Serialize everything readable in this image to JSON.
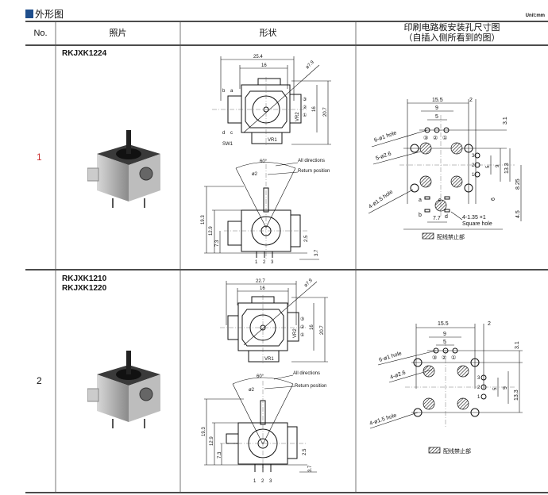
{
  "section_title": "外形图",
  "unit": "Unit:mm",
  "colors": {
    "title_marker": "#1f4e8c"
  },
  "table": {
    "headers": {
      "no": "No.",
      "photo": "照片",
      "shape": "形状",
      "pcb_line1": "印刷电路板安装孔尺寸图",
      "pcb_line2": "（自插入侧所看到的图）"
    },
    "rows": [
      {
        "no": "1",
        "models": [
          "RKJXK1224"
        ],
        "shape": {
          "top": {
            "width": "25.4",
            "inner": "16",
            "dia": "ø7.9",
            "height": "20.7",
            "inner_h": "16",
            "b": "b",
            "a": "a",
            "d": "d",
            "c": "c",
            "sw": "SW1",
            "vr1": "VR1",
            "vr2": "VR2",
            "pins": [
              "③",
              "②",
              "①"
            ]
          },
          "side": {
            "angle": "60°",
            "all": "All directions",
            "ret": "Return position",
            "shaft": "ø2",
            "h1": "19.3",
            "h2": "12.9",
            "h3": "7.3",
            "p1": "2.5",
            "p2": "3.7",
            "terms": [
              "1",
              "2",
              "3"
            ]
          }
        },
        "pcb": {
          "d155": "15.5",
          "d2": "2",
          "d9": "9",
          "d5": "5",
          "h1": "6-ø1 hole",
          "h2": "5-ø2.6",
          "h3": "4-ø1.5 hole",
          "pins": [
            "③",
            "②",
            "①"
          ],
          "side_pins": [
            "3",
            "2",
            "1"
          ],
          "v5": "5",
          "v9": "9",
          "v31": "3.1",
          "v133": "13.3",
          "v825": "8.25",
          "v6": "6",
          "v45": "4.5",
          "a": "a",
          "b": "b",
          "c": "c",
          "d": "d",
          "d77": "7.7",
          "sq1": "4-1.35 ×1",
          "sq2": "Square hole",
          "legend": "配线禁止部"
        }
      },
      {
        "no": "2",
        "models": [
          "RKJXK1210",
          "RKJXK1220"
        ],
        "shape": {
          "top": {
            "width": "22.7",
            "inner": "16",
            "dia": "ø7.9",
            "height": "20.7",
            "inner_h": "16",
            "vr1": "VR1",
            "vr2": "VR2",
            "pins": [
              "③",
              "②",
              "①"
            ]
          },
          "side": {
            "angle": "60°",
            "all": "All directions",
            "ret": "Return position",
            "shaft": "ø2",
            "h1": "19.3",
            "h2": "12.9",
            "h3": "7.3",
            "p1": "2.5",
            "p2": "3.7",
            "terms": [
              "1",
              "2",
              "3"
            ]
          }
        },
        "pcb": {
          "d155": "15.5",
          "d2": "2",
          "d9": "9",
          "d5": "5",
          "h1": "6-ø1 hole",
          "h2": "4-ø2.6",
          "h3": "4-ø1.5 hole",
          "pins": [
            "③",
            "②",
            "①"
          ],
          "side_pins": [
            "3",
            "2",
            "1"
          ],
          "v5": "5",
          "v9": "9",
          "v31": "3.1",
          "v133": "13.3",
          "legend": "配线禁止部"
        }
      }
    ]
  }
}
